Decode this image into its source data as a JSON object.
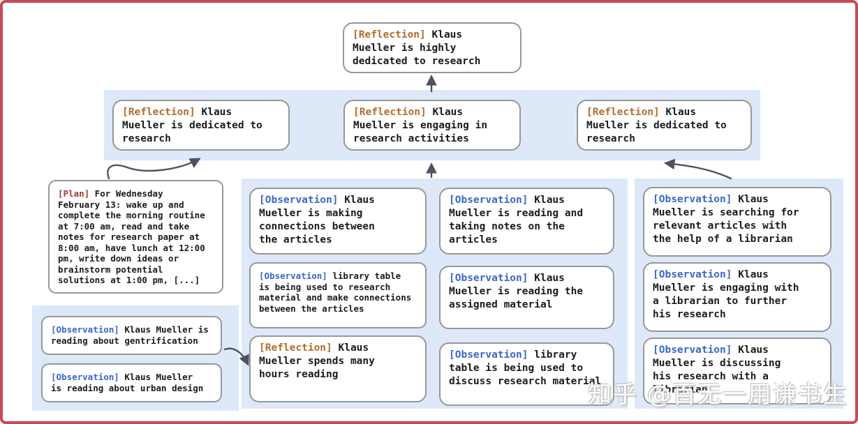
{
  "colors": {
    "frame_border": "#c84a57",
    "panel_background": "#dde9f8",
    "node_border": "#979797",
    "reflection_tag": "#b26c2c",
    "observation_tag": "#3b66c8",
    "plan_tag": "#9c3c38",
    "body_text": "#1b1b1b",
    "arrow": "#4d5360"
  },
  "root": {
    "tag": "[Reflection]",
    "text": " Klaus\nMueller is highly\ndedicated to research"
  },
  "level2": [
    {
      "tag": "[Reflection]",
      "text": " Klaus\nMueller is dedicated to\nresearch"
    },
    {
      "tag": "[Reflection]",
      "text": " Klaus\nMueller is engaging in\nresearch activities"
    },
    {
      "tag": "[Reflection]",
      "text": " Klaus\nMueller is dedicated to\nresearch"
    }
  ],
  "plan": {
    "tag": "[Plan]",
    "text": " For Wednesday\nFebruary 13: wake up and\ncomplete the morning routine\nat 7:00 am, read and take\nnotes for research paper at\n8:00 am, have lunch at 12:00\npm, write down ideas or\nbrainstorm potential\nsolutions at 1:00 pm, [...]"
  },
  "left_observations": [
    {
      "tag": "[Observation]",
      "text": " Klaus Mueller is\nreading about gentrification"
    },
    {
      "tag": "[Observation]",
      "text": " Klaus Mueller\nis reading about urban design"
    }
  ],
  "middle_col1": [
    {
      "tag": "[Observation]",
      "text": " Klaus\nMueller is making\nconnections between\nthe articles"
    },
    {
      "tag": "[Observation]",
      "text": " library table\nis being used to research\nmaterial and make connections\nbetween the articles"
    },
    {
      "tag": "[Reflection]",
      "text": " Klaus\nMueller spends many\nhours reading"
    }
  ],
  "middle_col2": [
    {
      "tag": "[Observation]",
      "text": " Klaus\nMueller is reading and\ntaking notes on the\narticles"
    },
    {
      "tag": "[Observation]",
      "text": " Klaus\nMueller is reading the\nassigned material"
    },
    {
      "tag": "[Observation]",
      "text": " library\ntable is being used to\ndiscuss research material"
    }
  ],
  "right_col": [
    {
      "tag": "[Observation]",
      "text": " Klaus\nMueller is searching for\nrelevant articles with\nthe help of a librarian"
    },
    {
      "tag": "[Observation]",
      "text": " Klaus\nMueller is engaging with\na librarian to further\nhis research"
    },
    {
      "tag": "[Observation]",
      "text": " Klaus\nMueller is discussing\nhis research with a\nlibrarian"
    }
  ],
  "watermark": "知乎 @百无一用谦书生"
}
